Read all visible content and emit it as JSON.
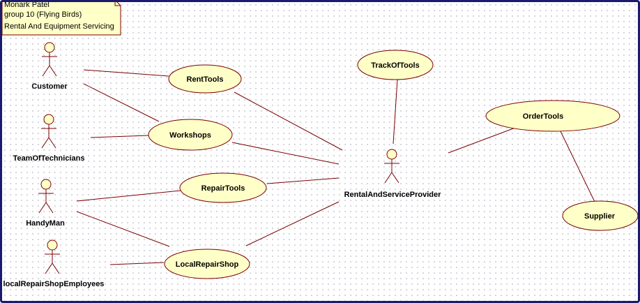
{
  "note": {
    "lines": [
      "Monark Patel",
      "group 10 (Flying Birds)",
      "Rental And Equipment Servicing"
    ]
  },
  "actors": [
    {
      "id": "customer",
      "name": "Customer"
    },
    {
      "id": "team",
      "name": "TeamOfTechnicians"
    },
    {
      "id": "handyman",
      "name": "HandyMan"
    },
    {
      "id": "local-employees",
      "name": "localRepairShopEmployees"
    },
    {
      "id": "provider",
      "name": "RentalAndServiceProvider"
    }
  ],
  "use_cases": [
    {
      "id": "rent-tools",
      "name": "RentTools"
    },
    {
      "id": "workshops",
      "name": "Workshops"
    },
    {
      "id": "repair-tools",
      "name": "RepairTools"
    },
    {
      "id": "local-repair-shop",
      "name": "LocalRepairShop"
    },
    {
      "id": "track-of-tools",
      "name": "TrackOfTools"
    },
    {
      "id": "order-tools",
      "name": "OrderTools"
    },
    {
      "id": "supplier",
      "name": "Supplier"
    }
  ],
  "colors": {
    "use_case_fill": "#ffffc8",
    "outline": "#7a0000",
    "note_fill": "#ffffc8",
    "frame": "#1b1b6e"
  }
}
